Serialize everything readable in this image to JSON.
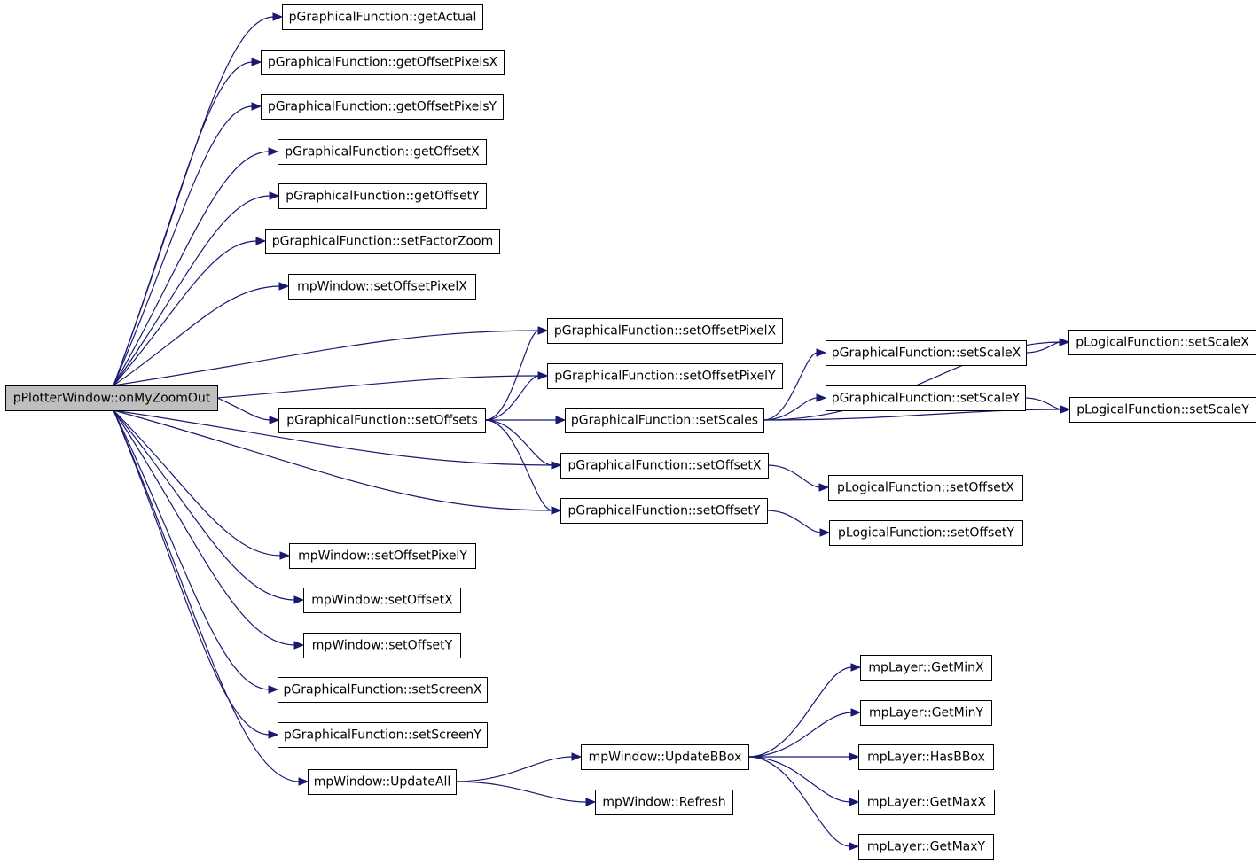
{
  "diagram": {
    "nodes": [
      {
        "id": "root",
        "label": "pPlotterWindow::onMyZoomOut",
        "is_root": true
      },
      {
        "id": "gf_getActual",
        "label": "pGraphicalFunction::getActual"
      },
      {
        "id": "gf_getOffsetPixelsX",
        "label": "pGraphicalFunction::getOffsetPixelsX"
      },
      {
        "id": "gf_getOffsetPixelsY",
        "label": "pGraphicalFunction::getOffsetPixelsY"
      },
      {
        "id": "gf_getOffsetX",
        "label": "pGraphicalFunction::getOffsetX"
      },
      {
        "id": "gf_getOffsetY",
        "label": "pGraphicalFunction::getOffsetY"
      },
      {
        "id": "gf_setFactorZoom",
        "label": "pGraphicalFunction::setFactorZoom"
      },
      {
        "id": "mp_setOffsetPixelX",
        "label": "mpWindow::setOffsetPixelX"
      },
      {
        "id": "gf_setOffsetPixelX",
        "label": "pGraphicalFunction::setOffsetPixelX"
      },
      {
        "id": "gf_setOffsetPixelY",
        "label": "pGraphicalFunction::setOffsetPixelY"
      },
      {
        "id": "gf_setOffsets",
        "label": "pGraphicalFunction::setOffsets"
      },
      {
        "id": "gf_setScales",
        "label": "pGraphicalFunction::setScales"
      },
      {
        "id": "gf_setScaleX",
        "label": "pGraphicalFunction::setScaleX"
      },
      {
        "id": "gf_setScaleY",
        "label": "pGraphicalFunction::setScaleY"
      },
      {
        "id": "lf_setScaleX",
        "label": "pLogicalFunction::setScaleX"
      },
      {
        "id": "lf_setScaleY",
        "label": "pLogicalFunction::setScaleY"
      },
      {
        "id": "gf_setOffsetX",
        "label": "pGraphicalFunction::setOffsetX"
      },
      {
        "id": "gf_setOffsetY",
        "label": "pGraphicalFunction::setOffsetY"
      },
      {
        "id": "lf_setOffsetX",
        "label": "pLogicalFunction::setOffsetX"
      },
      {
        "id": "lf_setOffsetY",
        "label": "pLogicalFunction::setOffsetY"
      },
      {
        "id": "mp_setOffsetPixelY",
        "label": "mpWindow::setOffsetPixelY"
      },
      {
        "id": "mp_setOffsetX",
        "label": "mpWindow::setOffsetX"
      },
      {
        "id": "mp_setOffsetY",
        "label": "mpWindow::setOffsetY"
      },
      {
        "id": "gf_setScreenX",
        "label": "pGraphicalFunction::setScreenX"
      },
      {
        "id": "gf_setScreenY",
        "label": "pGraphicalFunction::setScreenY"
      },
      {
        "id": "mp_UpdateAll",
        "label": "mpWindow::UpdateAll"
      },
      {
        "id": "mp_UpdateBBox",
        "label": "mpWindow::UpdateBBox"
      },
      {
        "id": "mp_Refresh",
        "label": "mpWindow::Refresh"
      },
      {
        "id": "ml_GetMinX",
        "label": "mpLayer::GetMinX"
      },
      {
        "id": "ml_GetMinY",
        "label": "mpLayer::GetMinY"
      },
      {
        "id": "ml_HasBBox",
        "label": "mpLayer::HasBBox"
      },
      {
        "id": "ml_GetMaxX",
        "label": "mpLayer::GetMaxX"
      },
      {
        "id": "ml_GetMaxY",
        "label": "mpLayer::GetMaxY"
      }
    ],
    "edges": [
      {
        "from": "root",
        "to": "gf_getActual"
      },
      {
        "from": "root",
        "to": "gf_getOffsetPixelsX"
      },
      {
        "from": "root",
        "to": "gf_getOffsetPixelsY"
      },
      {
        "from": "root",
        "to": "gf_getOffsetX"
      },
      {
        "from": "root",
        "to": "gf_getOffsetY"
      },
      {
        "from": "root",
        "to": "gf_setFactorZoom"
      },
      {
        "from": "root",
        "to": "mp_setOffsetPixelX"
      },
      {
        "from": "root",
        "to": "gf_setOffsetPixelX"
      },
      {
        "from": "root",
        "to": "gf_setOffsetPixelY"
      },
      {
        "from": "root",
        "to": "gf_setOffsets"
      },
      {
        "from": "root",
        "to": "gf_setOffsetX"
      },
      {
        "from": "root",
        "to": "gf_setOffsetY"
      },
      {
        "from": "root",
        "to": "mp_setOffsetPixelY"
      },
      {
        "from": "root",
        "to": "mp_setOffsetX"
      },
      {
        "from": "root",
        "to": "mp_setOffsetY"
      },
      {
        "from": "root",
        "to": "gf_setScreenX"
      },
      {
        "from": "root",
        "to": "gf_setScreenY"
      },
      {
        "from": "root",
        "to": "mp_UpdateAll"
      },
      {
        "from": "gf_setOffsets",
        "to": "gf_setOffsetPixelX"
      },
      {
        "from": "gf_setOffsets",
        "to": "gf_setOffsetPixelY"
      },
      {
        "from": "gf_setOffsets",
        "to": "gf_setScales"
      },
      {
        "from": "gf_setOffsets",
        "to": "gf_setOffsetX"
      },
      {
        "from": "gf_setOffsets",
        "to": "gf_setOffsetY"
      },
      {
        "from": "gf_setScales",
        "to": "gf_setScaleX"
      },
      {
        "from": "gf_setScales",
        "to": "gf_setScaleY"
      },
      {
        "from": "gf_setScales",
        "to": "lf_setScaleX"
      },
      {
        "from": "gf_setScales",
        "to": "lf_setScaleY"
      },
      {
        "from": "gf_setScaleX",
        "to": "lf_setScaleX"
      },
      {
        "from": "gf_setScaleY",
        "to": "lf_setScaleY"
      },
      {
        "from": "gf_setOffsetX",
        "to": "lf_setOffsetX"
      },
      {
        "from": "gf_setOffsetY",
        "to": "lf_setOffsetY"
      },
      {
        "from": "mp_UpdateAll",
        "to": "mp_UpdateBBox"
      },
      {
        "from": "mp_UpdateAll",
        "to": "mp_Refresh"
      },
      {
        "from": "mp_UpdateBBox",
        "to": "ml_GetMinX"
      },
      {
        "from": "mp_UpdateBBox",
        "to": "ml_GetMinY"
      },
      {
        "from": "mp_UpdateBBox",
        "to": "ml_HasBBox"
      },
      {
        "from": "mp_UpdateBBox",
        "to": "ml_GetMaxX"
      },
      {
        "from": "mp_UpdateBBox",
        "to": "ml_GetMaxY"
      }
    ],
    "colors": {
      "edge": "#191970",
      "root_fill": "#bfbfbf",
      "node_fill": "#ffffff",
      "node_border": "#000000"
    }
  }
}
